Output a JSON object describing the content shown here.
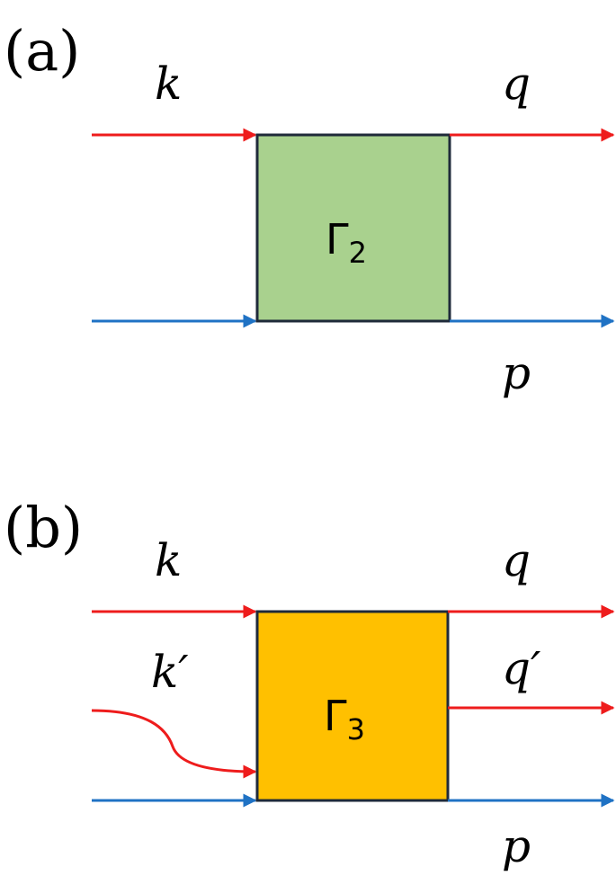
{
  "colors": {
    "red_line": "#ee1c1c",
    "blue_line": "#1f72c4",
    "box_a_fill": "#a9d18e",
    "box_b_fill": "#ffc000",
    "box_stroke": "#1f2a3a"
  },
  "panel_a": {
    "label": "(a)",
    "in_top": "k",
    "out_top": "q",
    "out_bottom": "p",
    "vertex_symbol": "Γ",
    "vertex_subscript": "2"
  },
  "panel_b": {
    "label": "(b)",
    "in_top": "k",
    "in_middle": "k′",
    "out_top": "q",
    "out_middle": "q′",
    "out_bottom": "p",
    "vertex_symbol": "Γ",
    "vertex_subscript": "3"
  }
}
